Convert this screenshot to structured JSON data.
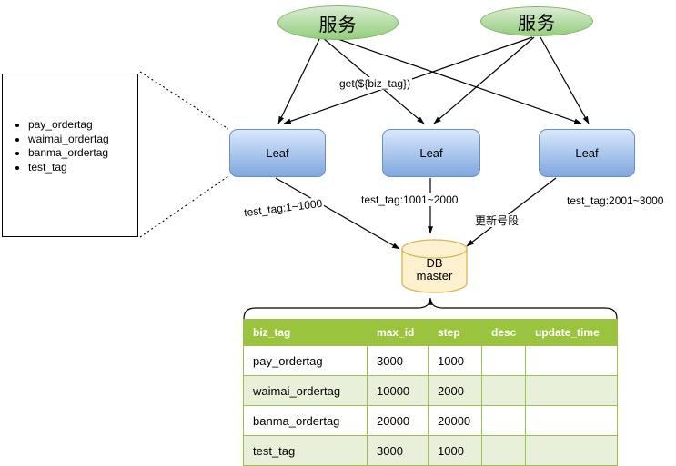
{
  "diagram": {
    "services": [
      {
        "label": "服务"
      },
      {
        "label": "服务"
      }
    ],
    "leaves": [
      {
        "label": "Leaf"
      },
      {
        "label": "Leaf"
      },
      {
        "label": "Leaf"
      }
    ],
    "note": {
      "items": [
        "pay_ordertag",
        "waimai_ordertag",
        "banma_ordertag",
        "test_tag"
      ]
    },
    "db": {
      "line1": "DB",
      "line2": "master"
    },
    "edge_labels": {
      "get_request": "get(${biz_tag})",
      "leaf1_segment": "test_tag:1~1000",
      "leaf2_segment": "test_tag:1001~2000",
      "leaf3_segment": "test_tag:2001~3000",
      "update_segment": "更新号段"
    }
  },
  "table": {
    "headers": [
      "biz_tag",
      "max_id",
      "step",
      "desc",
      "update_time"
    ],
    "rows": [
      [
        "pay_ordertag",
        "3000",
        "1000",
        "",
        ""
      ],
      [
        "waimai_ordertag",
        "10000",
        "2000",
        "",
        ""
      ],
      [
        "banma_ordertag",
        "20000",
        "20000",
        "",
        ""
      ],
      [
        "test_tag",
        "3000",
        "1000",
        "",
        ""
      ]
    ]
  },
  "colors": {
    "service_fill_top": "#d9ecd4",
    "service_fill_bottom": "#94ce7c",
    "service_border": "#82b366",
    "leaf_fill_top": "#d9e8fb",
    "leaf_fill_bottom": "#7fa7e0",
    "leaf_border": "#6c8ebf",
    "db_fill": "#fdf0cf",
    "db_border": "#d6b656",
    "table_header_bg": "#9ac43d",
    "table_alt_row_bg": "#e9f0da",
    "table_border": "#9cc050",
    "edge_color": "#000000"
  }
}
